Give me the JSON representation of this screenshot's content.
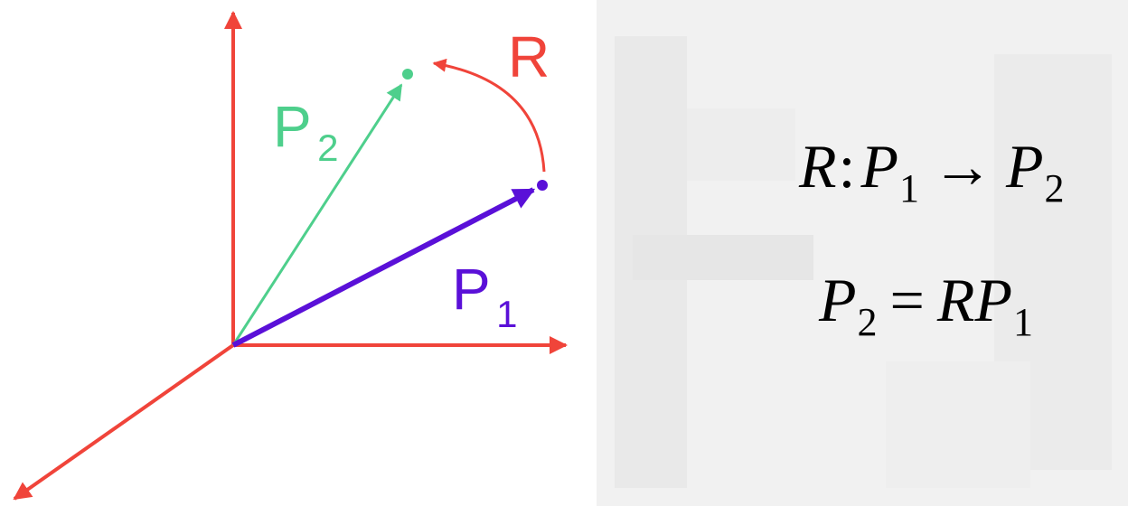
{
  "diagram": {
    "labels": {
      "rotation": "R",
      "p1_main": "P",
      "p1_sub": "1",
      "p2_main": "P",
      "p2_sub": "2"
    },
    "equation1": {
      "r": "R",
      "colon": ":",
      "p_from": "P",
      "p_from_sub": "1",
      "arrow": "→",
      "p_to": "P",
      "p_to_sub": "2"
    },
    "equation2": {
      "lhs": "P",
      "lhs_sub": "2",
      "equals": "=",
      "r": "R",
      "rhs": "P",
      "rhs_sub": "1"
    },
    "colors": {
      "axes": "#f0443a",
      "vector_p1": "#5a10d8",
      "vector_p2": "#4ecf8c",
      "rotation_arc": "#f0443a",
      "background_gray": "#ececec"
    }
  }
}
